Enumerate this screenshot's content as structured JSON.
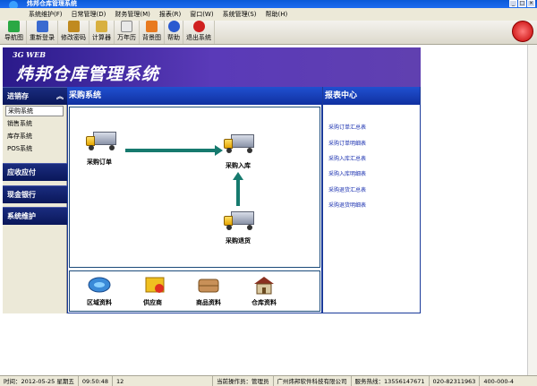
{
  "window": {
    "title": "炜邦仓库管理系统"
  },
  "menu": [
    "系统维护(F)",
    "日常管理(D)",
    "财务管理(M)",
    "报表(R)",
    "窗口(W)",
    "系统管理(S)",
    "帮助(H)"
  ],
  "toolbar": {
    "items": [
      {
        "label": "导航图",
        "icon": "navigation-icon",
        "color": "#2aa844"
      },
      {
        "label": "重新登录",
        "icon": "relogin-icon",
        "color": "#3a6ad0"
      },
      {
        "label": "修改密码",
        "icon": "password-icon",
        "color": "#c08a20"
      },
      {
        "label": "计算器",
        "icon": "calculator-icon",
        "color": "#d8b040"
      },
      {
        "label": "万年历",
        "icon": "calendar-icon",
        "color": "#e8e8e8"
      },
      {
        "label": "背景图",
        "icon": "background-icon",
        "color": "#e87a20"
      },
      {
        "label": "帮助",
        "icon": "help-icon",
        "color": "#2a5ad0"
      },
      {
        "label": "退出系统",
        "icon": "exit-icon",
        "color": "#d02020"
      }
    ]
  },
  "banner": {
    "subtitle": "3G WEB",
    "title": "炜邦仓库管理系统"
  },
  "leftnav": {
    "section1": "进销存",
    "subitems": [
      "采购系统",
      "销售系统",
      "库存系统",
      "POS系统"
    ],
    "section2": "应收应付",
    "section3": "现金银行",
    "section4": "系统维护"
  },
  "main": {
    "title": "采购系统",
    "flow": {
      "order": "采购订单",
      "stockin": "采购入库",
      "return": "采购退货"
    },
    "bottom": [
      "区域资料",
      "供应商",
      "商品资料",
      "仓库资料"
    ]
  },
  "report": {
    "title": "报表中心",
    "links": [
      "采购订单汇总表",
      "采购订单明细表",
      "采购入库汇总表",
      "采购入库明细表",
      "采购退货汇总表",
      "采购退货明细表"
    ]
  },
  "status": {
    "time_label": "时间：2012-05-25 星期五",
    "clock": "09:50:48",
    "num": "12",
    "operator": "当前操作员：管理员",
    "company": "广州炜邦软件科技有限公司",
    "hotline": "服务热线：13556147671",
    "phone": "020-82311963",
    "phone2": "400-000-4"
  }
}
